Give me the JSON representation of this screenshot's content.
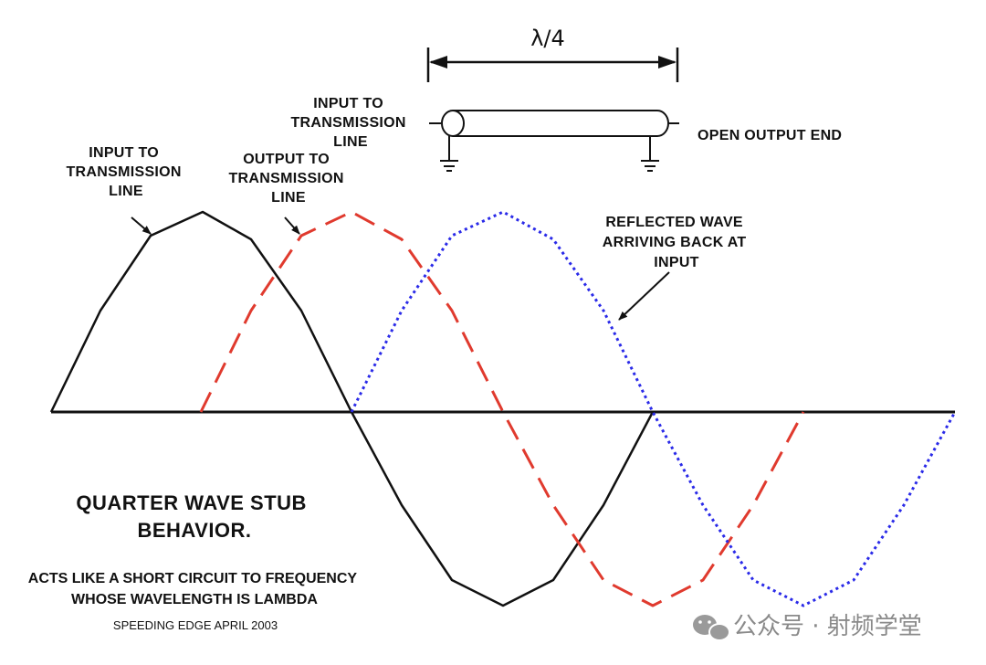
{
  "dimension_label": "λ/4",
  "labels": {
    "input_to_line_top": [
      "INPUT TO",
      "TRANSMISSION",
      "LINE"
    ],
    "open_output_end": "OPEN OUTPUT END",
    "input_to_line_wave": [
      "INPUT TO",
      "TRANSMISSION",
      "LINE"
    ],
    "output_to_line": [
      "OUTPUT TO",
      "TRANSMISSION",
      "LINE"
    ],
    "reflected_wave": [
      "REFLECTED WAVE",
      "ARRIVING BACK AT",
      "INPUT"
    ]
  },
  "title": [
    "QUARTER WAVE STUB",
    "BEHAVIOR."
  ],
  "note": [
    "ACTS LIKE A SHORT CIRCUIT TO FREQUENCY",
    "WHOSE WAVELENGTH IS LAMBDA"
  ],
  "credit": "SPEEDING EDGE  APRIL 2003",
  "watermark": "公众号 · 射频学堂",
  "colors": {
    "input_wave": "#111111",
    "output_wave": "#e03a2e",
    "reflected_wave": "#2a2ae8",
    "ink": "#111111",
    "watermark": "#8a8a8a"
  },
  "icons": [
    "ground-icon",
    "wechat-icon"
  ]
}
